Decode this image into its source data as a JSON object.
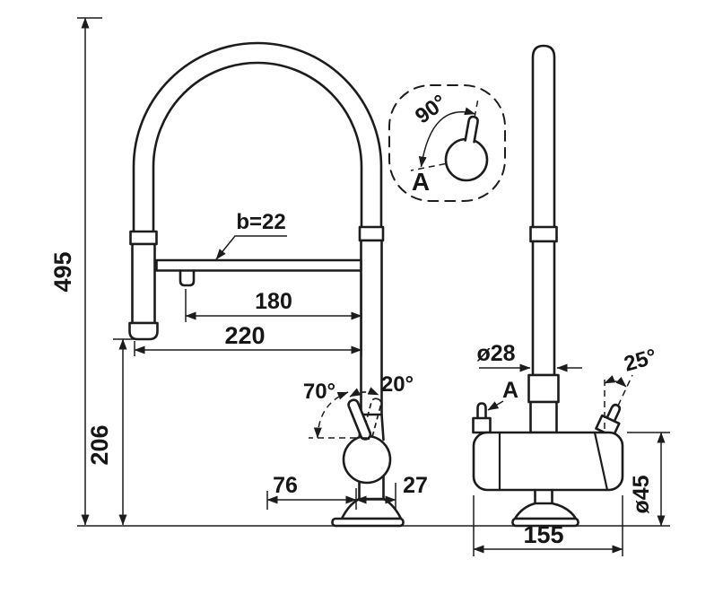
{
  "style": {
    "line_color": "#1c1c1c",
    "background": "#ffffff"
  },
  "views": {
    "front": {
      "total_height": "495",
      "lower_height": "206",
      "hose_width": "b=22",
      "reach_inner": "180",
      "reach_outer": "220",
      "lever_angle": "70°",
      "lever_swing": "20°",
      "handle_dim": "76",
      "lever_offset": "27"
    },
    "side": {
      "spout_diameter": "ø28",
      "section_mark": "A",
      "lever_angle": "25°",
      "base_diameter": "ø45",
      "body_length": "155"
    },
    "detail": {
      "swing_angle": "90°",
      "mark": "A"
    }
  }
}
